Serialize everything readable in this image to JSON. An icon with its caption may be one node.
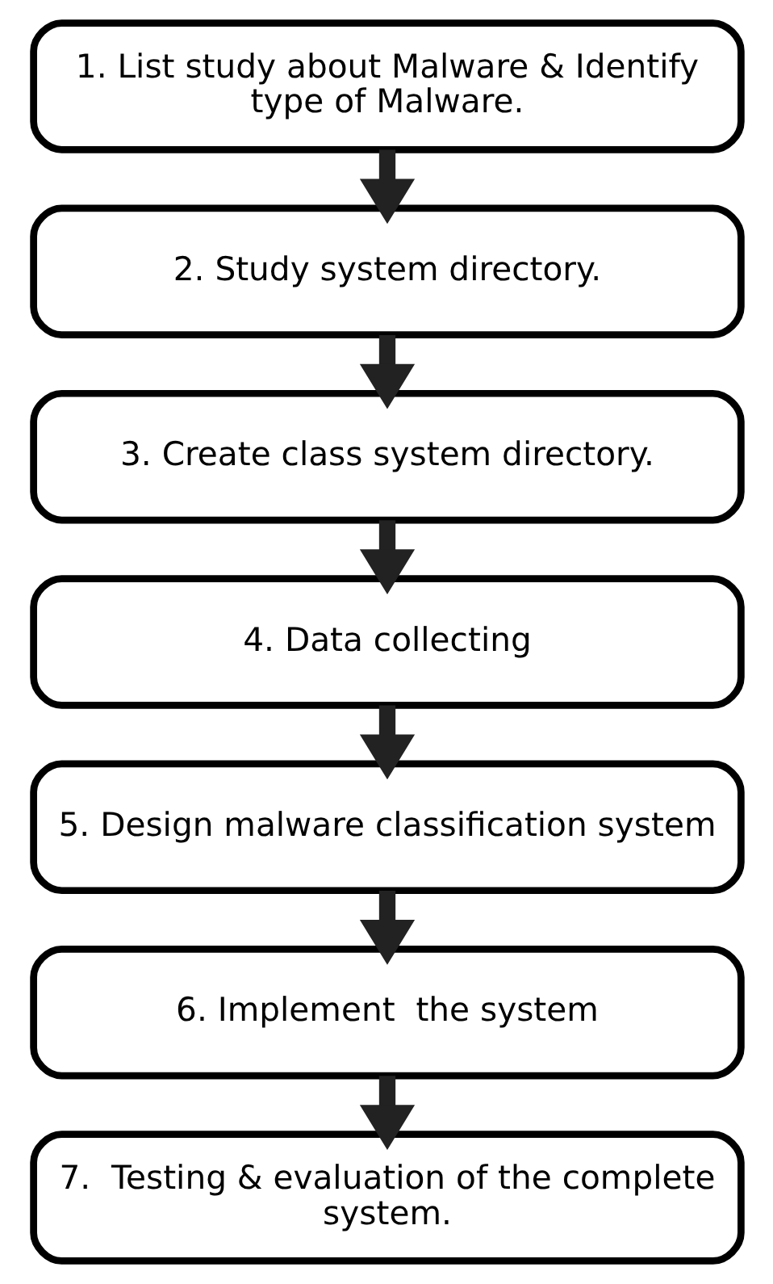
{
  "diagram": {
    "nodes": [
      {
        "text": [
          "1. List study about Malware & Identify type of Malware."
        ]
      },
      {
        "text": [
          "2. Study system directory."
        ]
      },
      {
        "text": [
          "3. Create class system directory."
        ]
      },
      {
        "text": [
          "4. Data collecting"
        ]
      },
      {
        "text": [
          "5. Design malware classification system"
        ]
      },
      {
        "text": [
          "6. Implement  the system"
        ]
      },
      {
        "text": [
          "7.  Testing & evaluation of the complete system."
        ]
      }
    ],
    "edges": [
      {
        "from": 0,
        "to": 1,
        "arrow": "to"
      },
      {
        "from": 1,
        "to": 2,
        "arrow": "to"
      },
      {
        "from": 2,
        "to": 3,
        "arrow": "to"
      },
      {
        "from": 3,
        "to": 4,
        "arrow": "to"
      },
      {
        "from": 4,
        "to": 5,
        "arrow": "to"
      },
      {
        "from": 5,
        "to": 6,
        "arrow": "to"
      }
    ]
  }
}
